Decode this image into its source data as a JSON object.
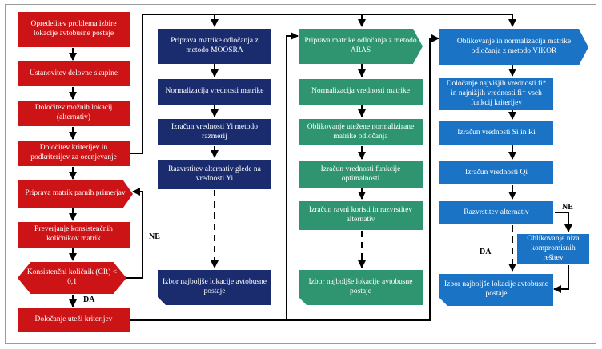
{
  "red_column": [
    "Opredelitev problema izbire lokacije avtobusne postaje",
    "Ustanovitev delovne skupine",
    "Določitev možnih lokacij (alternativ)",
    "Določitev kriterijev in podkriterijev za ocenjevanje",
    "Priprava matrik parnih primerjav",
    "Preverjanje konsistenčnih količnikov matrik",
    "Konsistenčni količnik (CR) < 0,1",
    "Določanje uteži kriterijev"
  ],
  "moosra_column": [
    "Priprava matrike odločanja z metodo MOOSRA",
    "Normalizacija vrednosti matrike",
    "Izračun vrednosti Yi metodo razmerij",
    "Razvrstitev alternativ glede na vrednosti Yi",
    "Izbor najboljše lokacije avtobusne postaje"
  ],
  "aras_column": [
    "Priprava matrike odločanja z metodo ARAS",
    "Normalizacija vrednosti matrike",
    "Oblikovanje utežene normalizirane matrike odločanja",
    "Izračun vrednosti funkcije optimalnosti",
    "Izračun ravni koristi in razvrstitev alternativ",
    "Izbor najboljše lokacije avtobusne postaje"
  ],
  "vikor_column": [
    "Oblikovanje in normalizacija matrike odločanja z metodo VIKOR",
    "Določanje najvišjih vrednosti fi* in najnižjih vrednosti fi⁻ vseh funkcij kriterijev",
    "Izračun vrednosti Si in Ri",
    "Izračun vrednosti Qi",
    "Razvrstitev alternativ",
    "Oblikovanje niza kompromisnih rešitev",
    "Izbor najboljše lokacije avtobusne postaje"
  ],
  "labels": {
    "ne_left": "NE",
    "da_left": "DA",
    "ne_right": "NE",
    "da_right": "DA"
  },
  "colors": {
    "red": "#cc1417",
    "navy": "#1a2c6e",
    "teal": "#2e9570",
    "blue": "#1a73c4"
  }
}
